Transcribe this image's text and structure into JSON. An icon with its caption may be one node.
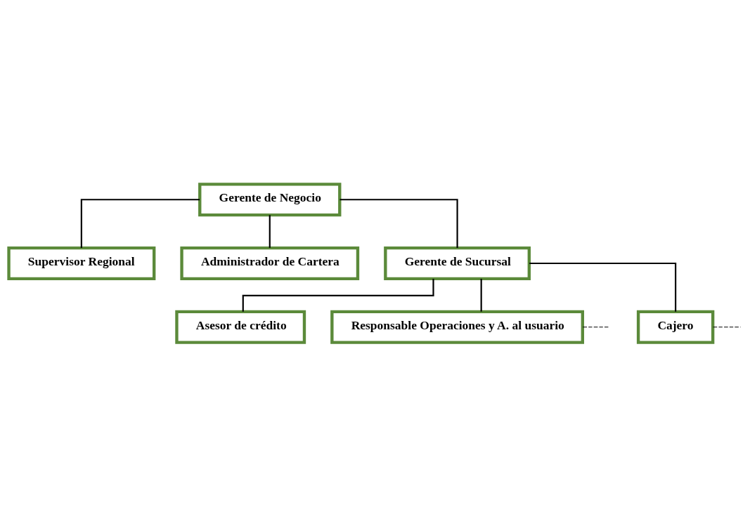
{
  "diagram": {
    "nodes": [
      {
        "text": [
          "Gerente de Negocio"
        ]
      },
      {
        "text": [
          "Supervisor Regional"
        ]
      },
      {
        "text": [
          "Administrador de Cartera"
        ]
      },
      {
        "text": [
          "Gerente de Sucursal"
        ]
      },
      {
        "text": [
          "Asesor de crédito"
        ]
      },
      {
        "text": [
          "Responsable Operaciones y A. al usuario"
        ]
      },
      {
        "text": [
          "Cajero"
        ]
      }
    ],
    "edges": [
      {
        "from": 0,
        "to": 1,
        "arrow": "none"
      },
      {
        "from": 0,
        "to": 2,
        "arrow": "none"
      },
      {
        "from": 0,
        "to": 3,
        "arrow": "none"
      },
      {
        "from": 3,
        "to": 4,
        "arrow": "none"
      },
      {
        "from": 3,
        "to": 5,
        "arrow": "none"
      },
      {
        "from": 3,
        "to": 6,
        "arrow": "none"
      },
      {
        "from": 5,
        "to": null,
        "arrow": "none",
        "style": "dashed"
      },
      {
        "from": 6,
        "to": null,
        "arrow": "none",
        "style": "dashed"
      }
    ]
  }
}
